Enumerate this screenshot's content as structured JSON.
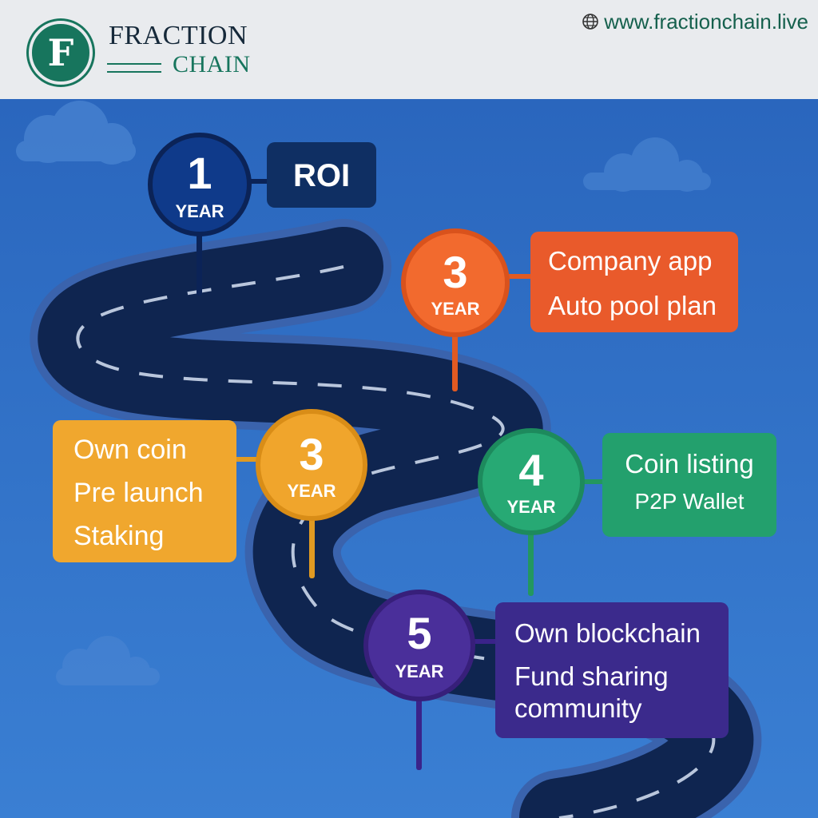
{
  "brand": {
    "logo_letter": "F",
    "name_top": "FRACTION",
    "name_bottom": "CHAIN",
    "website": "www.fractionchain.live"
  },
  "icons": [
    "globe-icon",
    "cloud-icon",
    "road"
  ],
  "colors": {
    "header_bg": "#e9ebee",
    "brand_green": "#17755d",
    "sky_blue": "#2f6ec4",
    "road": "#0f2550",
    "year1": "#0f3a8a",
    "year3_orange": "#f26a2e",
    "year3_amber": "#f0a52c",
    "year4": "#27a974",
    "year5": "#4a2f9a"
  },
  "milestones": [
    {
      "number": "1",
      "unit": "YEAR",
      "lines": [
        "ROI"
      ]
    },
    {
      "number": "3",
      "unit": "YEAR",
      "lines": [
        "Company app",
        "Auto pool plan"
      ]
    },
    {
      "number": "3",
      "unit": "YEAR",
      "lines": [
        "Own coin",
        "Pre launch",
        "Staking"
      ]
    },
    {
      "number": "4",
      "unit": "YEAR",
      "lines": [
        "Coin listing",
        "P2P Wallet"
      ]
    },
    {
      "number": "5",
      "unit": "YEAR",
      "lines": [
        "Own blockchain",
        "Fund sharing",
        "community"
      ]
    }
  ]
}
